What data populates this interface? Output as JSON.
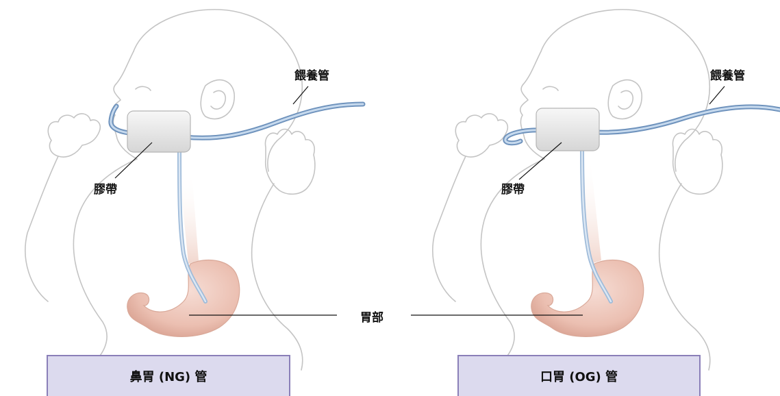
{
  "labels": {
    "feeding_tube": "餵養管",
    "tape": "膠帶",
    "stomach": "胃部"
  },
  "captions": {
    "ng": "鼻胃 (NG) 管",
    "og": "口胃 (OG) 管"
  },
  "colors": {
    "outline": "#c4c4c4",
    "tube": "#8fb0d4",
    "tube_dark": "#6f93bd",
    "tape": "#e9e9e9",
    "stomach": "#eec8bd",
    "caption_bg": "#dcdaee",
    "caption_border": "#8a7fb8"
  }
}
